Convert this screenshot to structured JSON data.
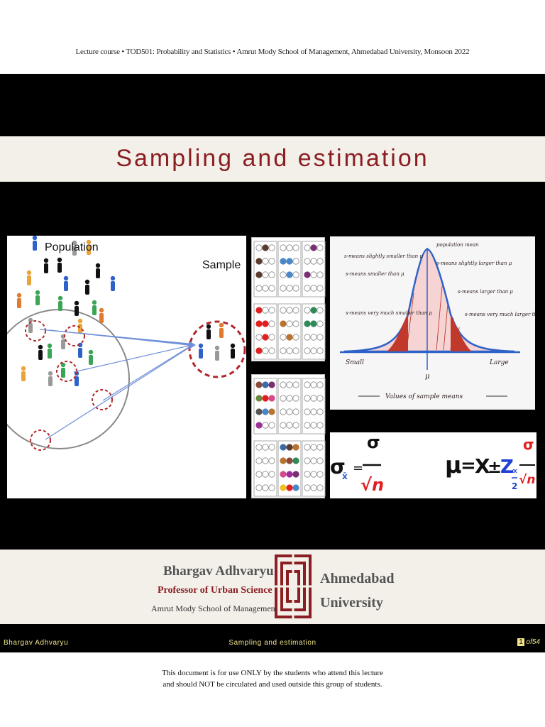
{
  "header": {
    "course_line": "Lecture course • TOD501: Probability and Statistics • Amrut Mody School of Management, Ahmedabad University, Monsoon 2022"
  },
  "slide": {
    "title": "Sampling and estimation",
    "population_label": "Population",
    "sample_label": "Sample",
    "curve_annotations": {
      "population_mean": "population mean",
      "slightly_smaller": "s-means slightly smaller than μ",
      "smaller": "s-means smaller than μ",
      "very_much_smaller": "s-means very much smaller than μ",
      "slightly_larger": "s-means slightly larger than μ",
      "larger": "s-means larger than μ",
      "very_much_larger": "s-means very much larger than μ",
      "small": "Small",
      "large": "Large",
      "mu": "μ",
      "axis_label": "Values of sample means"
    },
    "formula_se": {
      "lhs": "σ",
      "lhs_sub": "x̄",
      "eq": "=",
      "num": "σ",
      "den": "√n"
    },
    "formula_ci": {
      "mu": "μ",
      "eq": "=",
      "xbar": "X",
      "pm": "±",
      "z": "Z",
      "alpha": "∝",
      "two": "2",
      "num": "σ",
      "den": "√n"
    },
    "colors": {
      "title": "#8b1e22",
      "sample_circle": "#b2262b",
      "curve_fill": "#c0392b",
      "formula_blue": "#1f3fd6",
      "formula_red": "#e02020"
    }
  },
  "author": {
    "name": "Bhargav Adhvaryu",
    "role": "Professor of Urban Science",
    "school": "Amrut Mody School of Management",
    "university_line1": "Ahmedabad",
    "university_line2": "University"
  },
  "footer": {
    "left": "Bhargav Adhvaryu",
    "center": "Sampling and estimation",
    "page_current": "1",
    "page_of": "of",
    "page_total": "54"
  },
  "disclaimer": {
    "line1": "This document is for use ONLY by the students who attend this lecture",
    "line2": "and should NOT be circulated and used outside this group of students."
  }
}
